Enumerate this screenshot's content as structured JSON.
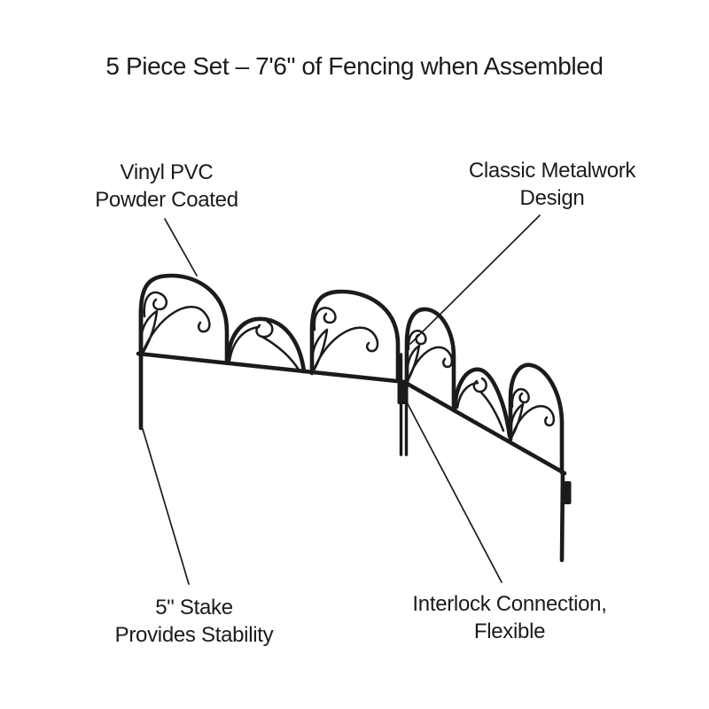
{
  "title": "5 Piece Set – 7'6\" of Fencing when Assembled",
  "labels": {
    "vinyl": {
      "line1": "Vinyl PVC",
      "line2": "Powder Coated"
    },
    "metalwork": {
      "line1": "Classic Metalwork",
      "line2": "Design"
    },
    "stake": {
      "line1": "5\" Stake",
      "line2": "Provides Stability"
    },
    "interlock": {
      "line1": "Interlock Connection,",
      "line2": "Flexible"
    }
  },
  "colors": {
    "background": "#ffffff",
    "line_art": "#1b1b1b",
    "text": "#1b1b1b"
  }
}
